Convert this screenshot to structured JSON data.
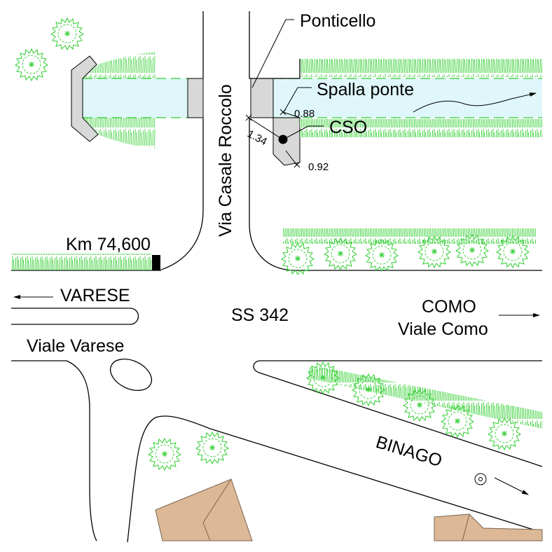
{
  "labels": {
    "ponticello": "Ponticello",
    "spalla_ponte": "Spalla ponte",
    "cso": "CSO",
    "dim_088": "0.88",
    "dim_134": "1.34",
    "dim_092": "0.92",
    "via_casale_roccolo": "Via Casale Roccolo",
    "km": "Km 74,600",
    "varese": "VARESE",
    "ss342": "SS 342",
    "como": "COMO",
    "viale_como": "Viale Como",
    "viale_varese": "Viale Varese",
    "binago": "BINAGO"
  },
  "colors": {
    "water": "#dff7fb",
    "vegetation": "#2fce2f",
    "structure": "#d8d8d8",
    "building": "#ddb896",
    "line": "#000000"
  },
  "icons": {
    "tree": "tree-icon",
    "grass": "grass-strip",
    "manhole": "manhole-icon",
    "arrow": "arrow-icon"
  }
}
